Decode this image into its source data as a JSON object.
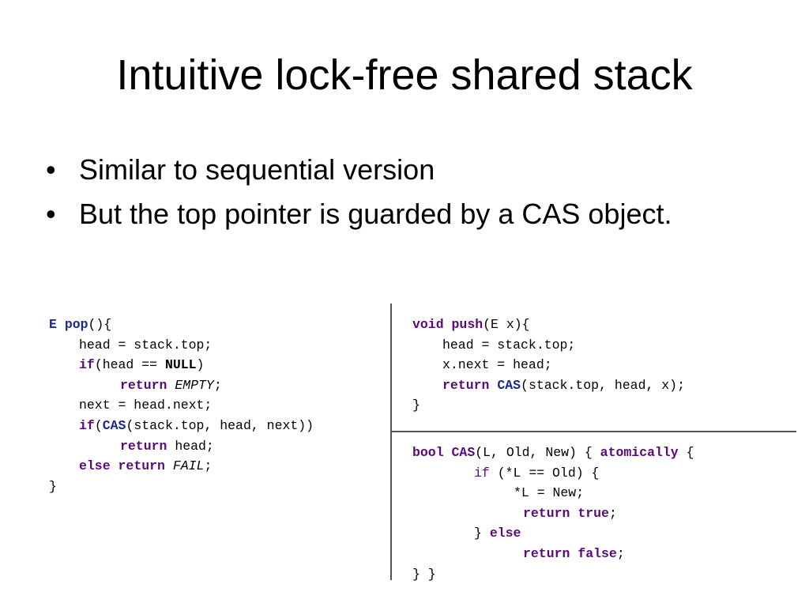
{
  "slide": {
    "title": "Intuitive lock-free shared stack",
    "bullets": [
      "Similar to sequential version",
      "But the top pointer is guarded by a CAS object."
    ],
    "bullet_char": "•"
  },
  "code": {
    "pop": {
      "l1": {
        "type": "E",
        "name": "pop",
        "rest": "(){"
      },
      "l2": "head = stack.top;",
      "l3": {
        "kw": "if",
        "a": "(head == ",
        "b": "NULL",
        "c": ")"
      },
      "l4": {
        "kw": "return",
        "sp": " ",
        "val": "EMPTY",
        "end": ";"
      },
      "l5": "next = head.next;",
      "l6": {
        "kw": "if",
        "a": "(",
        "cas": "CAS",
        "b": "(stack.top, head, next))"
      },
      "l7": {
        "kw": "return",
        "rest": " head;"
      },
      "l8": {
        "kw1": "else",
        "kw2": "return",
        "val": "FAIL",
        "end": ";"
      },
      "l9": "}"
    },
    "push": {
      "l1": {
        "kw": "void",
        "name": "push",
        "rest": "(E x){"
      },
      "l2": "head = stack.top;",
      "l3": "x.next = head;",
      "l4": {
        "kw": "return",
        "cas": "CAS",
        "rest": "(stack.top, head, x);"
      },
      "l5": "}"
    },
    "cas": {
      "l1": {
        "kw": "bool",
        "name": "CAS",
        "rest": "(L, Old, New) { ",
        "kw2": "atomically",
        "end": " {"
      },
      "l2": {
        "kw": "if",
        "rest": " (*L == Old) {"
      },
      "l3": "*L = New;",
      "l4": {
        "kw": "return",
        "val": "true",
        "end": ";"
      },
      "l5": {
        "brace": "} ",
        "kw": "else"
      },
      "l6": {
        "kw": "return",
        "val": "false",
        "end": ";"
      },
      "l7": "} }"
    }
  }
}
